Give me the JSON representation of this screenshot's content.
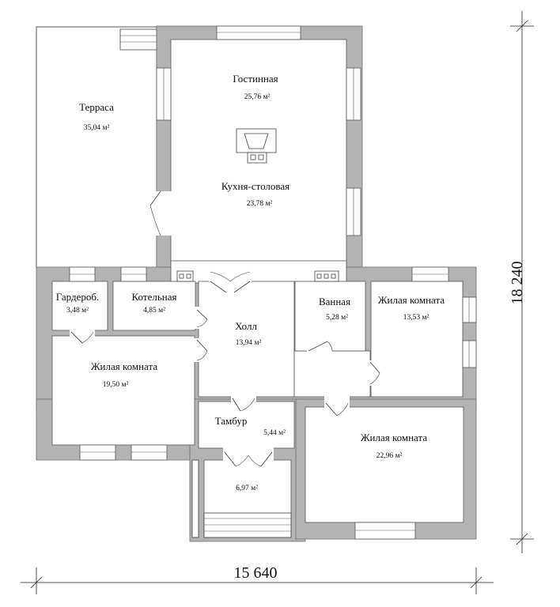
{
  "rooms": {
    "terrace": {
      "name": "Терраса",
      "area": "35,04 м²"
    },
    "living": {
      "name": "Гостинная",
      "area": "25,76 м²"
    },
    "kitchen": {
      "name": "Кухня-столовая",
      "area": "23,78 м²"
    },
    "wardrobe": {
      "name": "Гардероб.",
      "area": "3,48 м²"
    },
    "boiler": {
      "name": "Котельная",
      "area": "4,85 м²"
    },
    "hall": {
      "name": "Холл",
      "area": "13,94 м²"
    },
    "bathroom": {
      "name": "Ванная",
      "area": "5,28 м²"
    },
    "bedroom1": {
      "name": "Жилая комната",
      "area": "13,53 м²"
    },
    "bedroom2": {
      "name": "Жилая комната",
      "area": "19,50 м²"
    },
    "vestibule": {
      "name": "Тамбур",
      "area": "5,44 м²"
    },
    "bedroom3": {
      "name": "Жилая комната",
      "area": "22,96 м²"
    },
    "porch": {
      "name": "",
      "area": "6,97 м²"
    }
  },
  "dimensions": {
    "width": "15 640",
    "height": "18 240"
  },
  "colors": {
    "wall": "#b3b3b3",
    "outline": "#555555"
  }
}
